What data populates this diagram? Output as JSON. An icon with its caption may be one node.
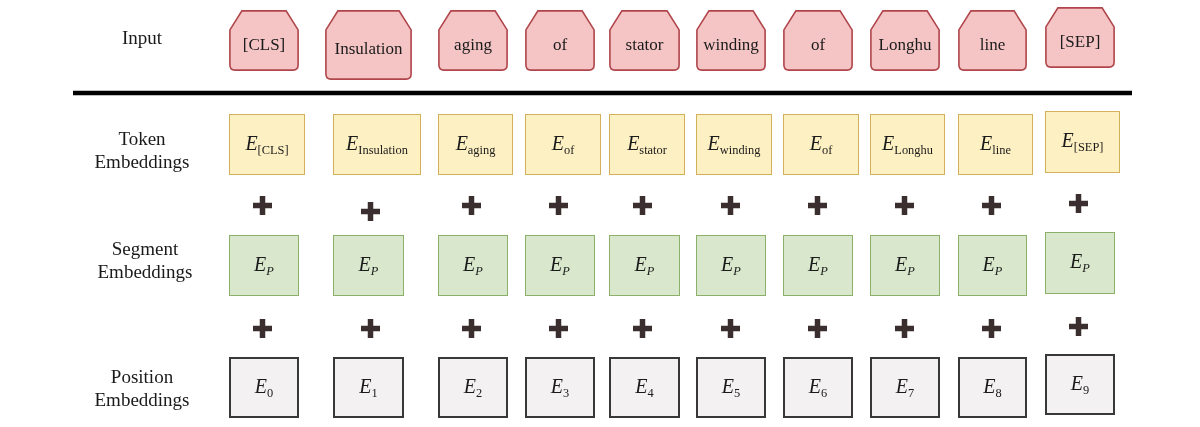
{
  "diagram": {
    "nodes": [
      {
        "text": [
          "[CLS]"
        ]
      },
      {
        "text": [
          "Insulation"
        ]
      },
      {
        "text": [
          "aging"
        ]
      },
      {
        "text": [
          "of"
        ]
      },
      {
        "text": [
          "stator"
        ]
      },
      {
        "text": [
          "winding"
        ]
      },
      {
        "text": [
          "of"
        ]
      },
      {
        "text": [
          "Longhu"
        ]
      },
      {
        "text": [
          "line"
        ]
      },
      {
        "text": [
          "[SEP]"
        ]
      },
      {
        "text": [
          "*E*$_{[CLS]}$"
        ]
      },
      {
        "text": [
          "*E*$_{Insulation}$"
        ]
      },
      {
        "text": [
          "*E*$_{aging}$"
        ]
      },
      {
        "text": [
          "*E*$_{of}$"
        ]
      },
      {
        "text": [
          "*E*$_{stator}$"
        ]
      },
      {
        "text": [
          "*E*$_{winding}$"
        ]
      },
      {
        "text": [
          "*E*$_{of}$"
        ]
      },
      {
        "text": [
          "*E*$_{Longhu}$"
        ]
      },
      {
        "text": [
          "*E*$_{line}$"
        ]
      },
      {
        "text": [
          "*E*$_{[SEP]}$"
        ]
      },
      {
        "text": [
          "*E$_{P}$*"
        ]
      },
      {
        "text": [
          "*E$_{P}$*"
        ]
      },
      {
        "text": [
          "*E$_{P}$*"
        ]
      },
      {
        "text": [
          "*E$_{P}$*"
        ]
      },
      {
        "text": [
          "*E$_{P}$*"
        ]
      },
      {
        "text": [
          "*E$_{P}$*"
        ]
      },
      {
        "text": [
          "*E$_{P}$*"
        ]
      },
      {
        "text": [
          "*E$_{P}$*"
        ]
      },
      {
        "text": [
          "*E$_{P}$*"
        ]
      },
      {
        "text": [
          "*E$_{P}$*"
        ]
      },
      {
        "text": [
          "*E*$_{0}$"
        ]
      },
      {
        "text": [
          "*E*$_{1}$"
        ]
      },
      {
        "text": [
          "*E*$_{2}$"
        ]
      },
      {
        "text": [
          "*E*$_{3}$"
        ]
      },
      {
        "text": [
          "*E*$_{4}$"
        ]
      },
      {
        "text": [
          "*E*$_{5}$"
        ]
      },
      {
        "text": [
          "*E*$_{6}$"
        ]
      },
      {
        "text": [
          "*E*$_{7}$"
        ]
      },
      {
        "text": [
          "*E*$_{8}$"
        ]
      },
      {
        "text": [
          "*E*$_{9}$"
        ]
      }
    ],
    "labels": [
      "Input",
      "Token Embeddings",
      "Segment Embeddings",
      "Position Embeddings"
    ]
  }
}
